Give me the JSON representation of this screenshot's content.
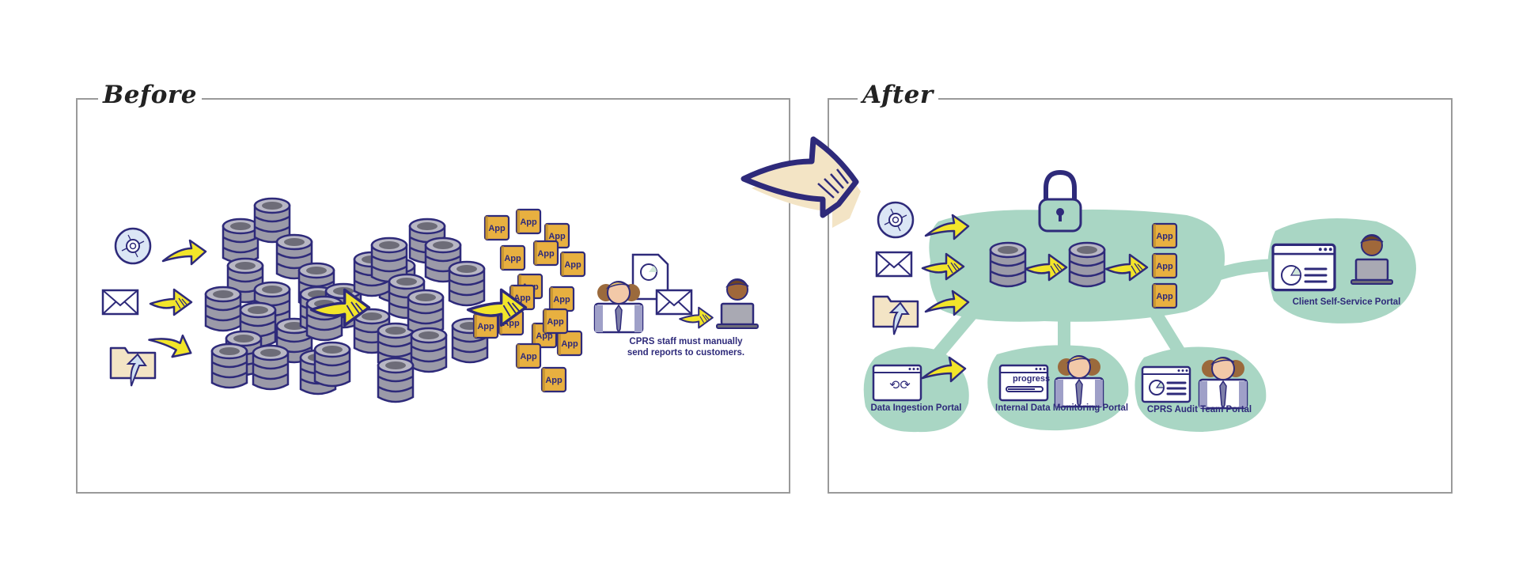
{
  "diagram": {
    "before": {
      "title": "Before",
      "caption_line1": "CPRS staff must manually",
      "caption_line2": "send reports to customers.",
      "sources": [
        "cd-disc",
        "email-envelope",
        "upload-folder"
      ],
      "app_tile_label": "App",
      "app_tile_count": 16,
      "database_count": 30
    },
    "transition_arrow": "big-right-arrow",
    "after": {
      "title": "After",
      "sources": [
        "cd-disc",
        "email-envelope",
        "upload-folder"
      ],
      "secure_core": "padlock",
      "app_tile_label": "App",
      "app_tile_count": 3,
      "portals": [
        {
          "label": "Data Ingestion Portal"
        },
        {
          "label": "Internal Data Monitoring Portal",
          "window_text": "progress"
        },
        {
          "label": "CPRS Audit Team Portal"
        },
        {
          "label": "Client Self-Service Portal"
        }
      ]
    },
    "colors": {
      "ink": "#2e2a7a",
      "arrow_yellow": "#f2e52a",
      "app_orange": "#e8b040",
      "database_gray": "#9b9aa8",
      "bubble_green": "#a9d6c4",
      "big_arrow_fill": "#f3e4c5",
      "border_gray": "#9a9a9a"
    }
  }
}
